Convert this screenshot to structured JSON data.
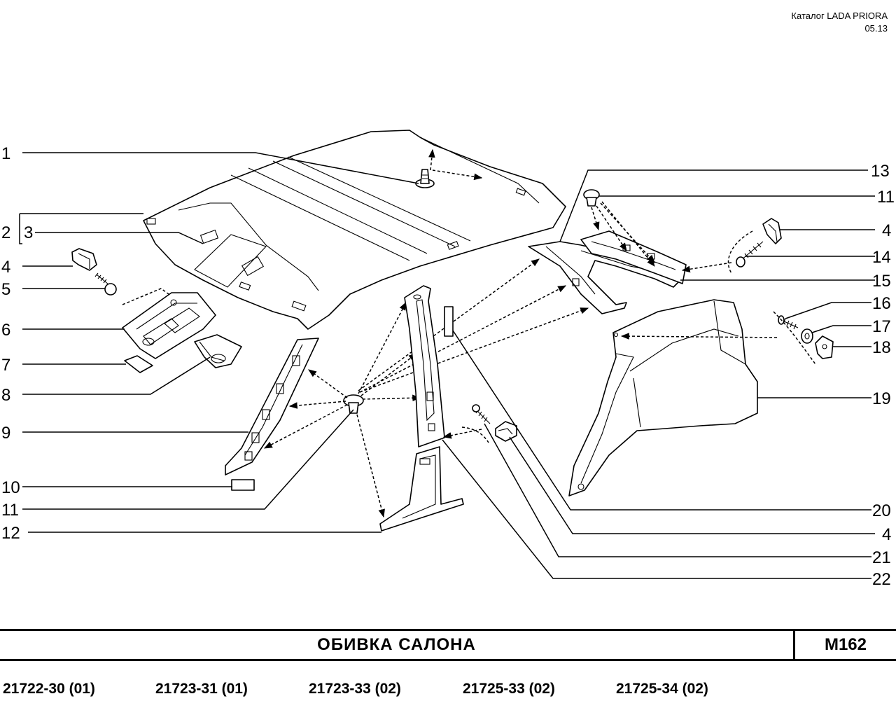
{
  "header": {
    "catalog": "Каталог  LADA  PRIORA",
    "date": "05.13"
  },
  "callouts": {
    "c1": "1",
    "c2": "2",
    "c3": "3",
    "c4a": "4",
    "c5": "5",
    "c6": "6",
    "c7": "7",
    "c8": "8",
    "c9": "9",
    "c10": "10",
    "c11a": "11",
    "c12": "12",
    "c13": "13",
    "c11b": "11",
    "c4b": "4",
    "c14": "14",
    "c15": "15",
    "c16": "16",
    "c17": "17",
    "c18": "18",
    "c19": "19",
    "c20": "20",
    "c4c": "4",
    "c21": "21",
    "c22": "22"
  },
  "footer": {
    "title": "ОБИВКА   САЛОНА",
    "code": "М162"
  },
  "models": [
    "21722-30 (01)",
    "21723-31 (01)",
    "21723-33 (02)",
    "21725-33 (02)",
    "21725-34 (02)"
  ]
}
